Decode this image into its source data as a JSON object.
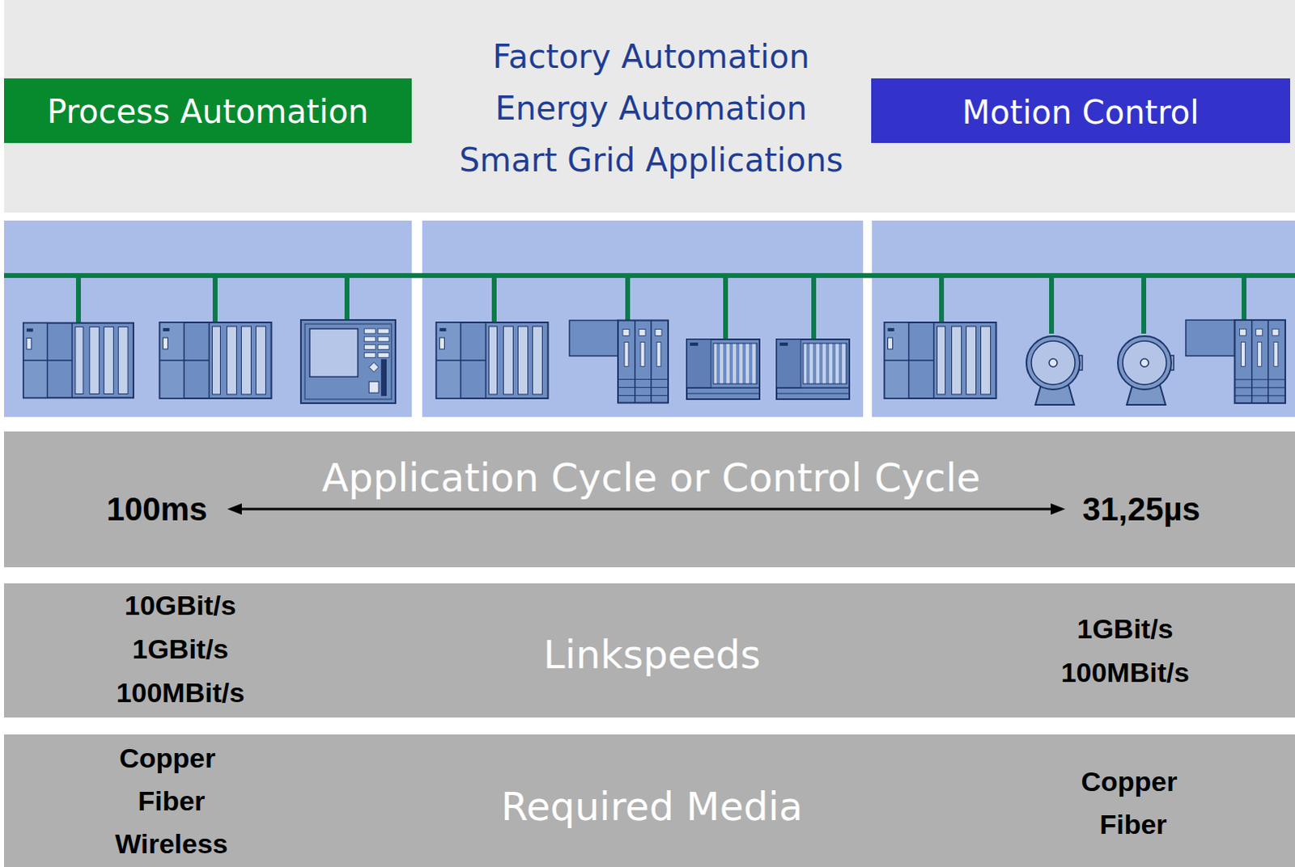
{
  "diagram": {
    "nodes": [
      {
        "text": [
          "Factory Automation",
          "Energy Automation",
          "Smart Grid Applications"
        ]
      },
      {
        "text": [
          "Process Automation"
        ],
        "in": 0
      },
      {
        "text": [
          "Motion Control"
        ],
        "in": 0
      },
      {
        "text": [
          "Application Cycle or Control Cycle",
          "100ms",
          "31,25µs"
        ]
      },
      {
        "text": [
          "Linkspeeds",
          "10GBit/s",
          "1GBit/s",
          "100MBit/s",
          "1GBit/s",
          "100MBit/s"
        ]
      },
      {
        "text": [
          "Required Media",
          "Copper",
          "Fiber",
          "Wireless",
          "Copper",
          "Fiber"
        ]
      }
    ]
  }
}
